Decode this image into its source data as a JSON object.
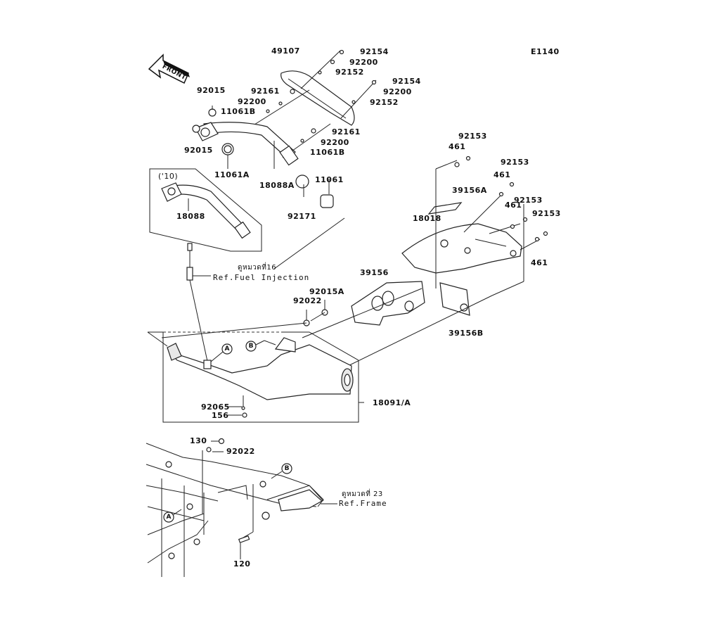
{
  "diagram": {
    "code": "E1140",
    "front_label": "FRONT",
    "variant_label": "('10)",
    "callouts": {
      "A": "A",
      "B": "B"
    },
    "labels": {
      "p49107": "49107",
      "p92154_a": "92154",
      "p92200_a": "92200",
      "p92152_a": "92152",
      "p92154_b": "92154",
      "p92200_b": "92200",
      "p92152_b": "92152",
      "p92161_a": "92161",
      "p92200_c": "92200",
      "p11061B_a": "11061B",
      "p92015_a": "92015",
      "p92015_b": "92015",
      "p92161_b": "92161",
      "p92200_d": "92200",
      "p11061B_b": "11061B",
      "p11061A": "11061A",
      "p18088A": "18088A",
      "p11061": "11061",
      "p92171": "92171",
      "p18088": "18088",
      "p92153_a": "92153",
      "p461_a": "461",
      "p92153_b": "92153",
      "p461_b": "461",
      "p39156A": "39156A",
      "p92153_c": "92153",
      "p461_c": "461",
      "p92153_d": "92153",
      "p18018": "18018",
      "p461_d": "461",
      "p39156": "39156",
      "p92015A": "92015A",
      "p92022_a": "92022",
      "p39156B": "39156B",
      "p18091A": "18091/A",
      "p92065": "92065",
      "p156": "156",
      "p130": "130",
      "p92022_b": "92022",
      "p120": "120"
    },
    "references": {
      "fuel_thai": "ดูหมวดที่16",
      "fuel": "Ref.Fuel Injection",
      "frame_thai": "ดูหมวดที่ 23",
      "frame": "Ref.Frame"
    }
  }
}
